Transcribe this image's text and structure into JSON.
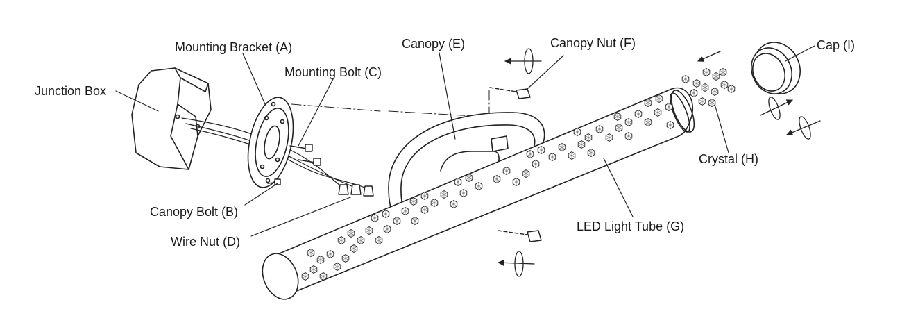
{
  "labels": {
    "junction_box": "Junction Box",
    "mounting_bracket": "Mounting Bracket (A)",
    "mounting_bolt": "Mounting Bolt (C)",
    "canopy": "Canopy (E)",
    "canopy_nut": "Canopy Nut (F)",
    "cap": "Cap (I)",
    "crystal": "Crystal (H)",
    "led_light_tube": "LED Light Tube (G)",
    "canopy_bolt": "Canopy Bolt (B)",
    "wire_nut": "Wire Nut (D)"
  },
  "colors": {
    "ink": "#1a1a1a",
    "background": "#ffffff"
  }
}
